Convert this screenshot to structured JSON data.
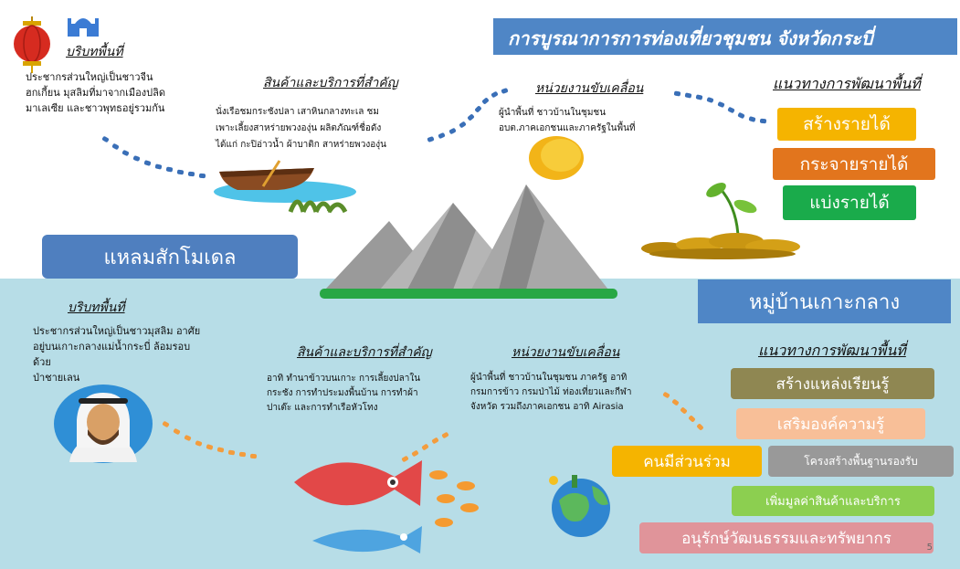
{
  "title": "การบูรณาการการท่องเที่ยวชุมชน จังหวัดกระบี่",
  "top": {
    "context": {
      "heading": "บริบทพื้นที่",
      "lines": [
        "ประชากรส่วนใหญ่เป็นชาวจีน",
        "ฮกเกี้ยน มุสลิมที่มาจากเมืองปลิด",
        "มาเลเซีย และชาวพุทธอยู่รวมกัน"
      ]
    },
    "products": {
      "heading": "สินค้าและบริการที่สำคัญ",
      "lines": [
        "นั่งเรือชมกระชังปลา  เสาหินกลางทะเล ชม",
        "เพาะเลี้ยงสาหร่ายพวงองุ่น ผลิตภัณฑ์ชื่อดัง",
        "ได้แก่ กะปิอ่าวน้ำ ผ้าบาติก  สาหร่ายพวงองุ่น"
      ]
    },
    "agencies": {
      "heading": "หน่วยงานขับเคลื่อน",
      "lines": [
        "ผู้นำพื้นที่  ชาวบ้านในชุมชน",
        "อบต.ภาคเอกชนและภาครัฐในพื้นที่"
      ]
    },
    "guidelines": {
      "heading": "แนวทางการพัฒนาพื้นที่",
      "items": [
        "สร้างรายได้",
        "กระจายรายได้",
        "แบ่งรายได้"
      ]
    }
  },
  "model_label": "แหลมสักโมเดล",
  "village_label": "หมู่บ้านเกาะกลาง",
  "bottom": {
    "context": {
      "heading": "บริบทพื้นที่",
      "lines": [
        "ประชากรส่วนใหญ่เป็นชาวมุสลิม อาศัย",
        "อยู่บนเกาะกลางแม่น้ำกระบี่ ล้อมรอบ",
        "ด้วย",
        "ป่าชายเลน"
      ]
    },
    "products": {
      "heading": "สินค้าและบริการที่สำคัญ",
      "lines": [
        "อาทิ ทำนาข้าวบนเกาะ การเลี้ยงปลาใน",
        "กระชัง การทำประมงพื้นบ้าน การทำผ้า",
        "ปาเต๊ะ และการทำเรือหัวโทง"
      ]
    },
    "agencies": {
      "heading": "หน่วยงานขับเคลื่อน",
      "lines": [
        "ผู้นำพื้นที่ ชาวบ้านในชุมชน ภาครัฐ อาทิ",
        "กรมการข้าว กรมป่าไม้ ท่องเที่ยวและกีฬา",
        "จังหวัด รวมถึงภาคเอกชน อาทิ Airasia"
      ]
    },
    "guidelines": {
      "heading": "แนวทางการพัฒนาพื้นที่",
      "items": [
        "สร้างแหล่งเรียนรู้",
        "เสริมองค์ความรู้",
        "คนมีส่วนร่วม",
        "โครงสร้างพื้นฐานรองรับ",
        "เพิ่มมูลค่าสินค้าและบริการ",
        "อนุรักษ์วัฒนธรรมและทรัพยากร"
      ]
    }
  },
  "page_number": "5",
  "colors": {
    "title_bar": "#4f86c6",
    "income_create": "#f5b400",
    "income_distribute": "#e2751d",
    "income_share": "#1aab4b",
    "learning": "#8f8752",
    "knowledge": "#f8bf98",
    "participation": "#f5b400",
    "infrastructure": "#999999",
    "value_add": "#8ccf50",
    "conservation": "#e0949a",
    "water_bg": "#b7dde7"
  }
}
